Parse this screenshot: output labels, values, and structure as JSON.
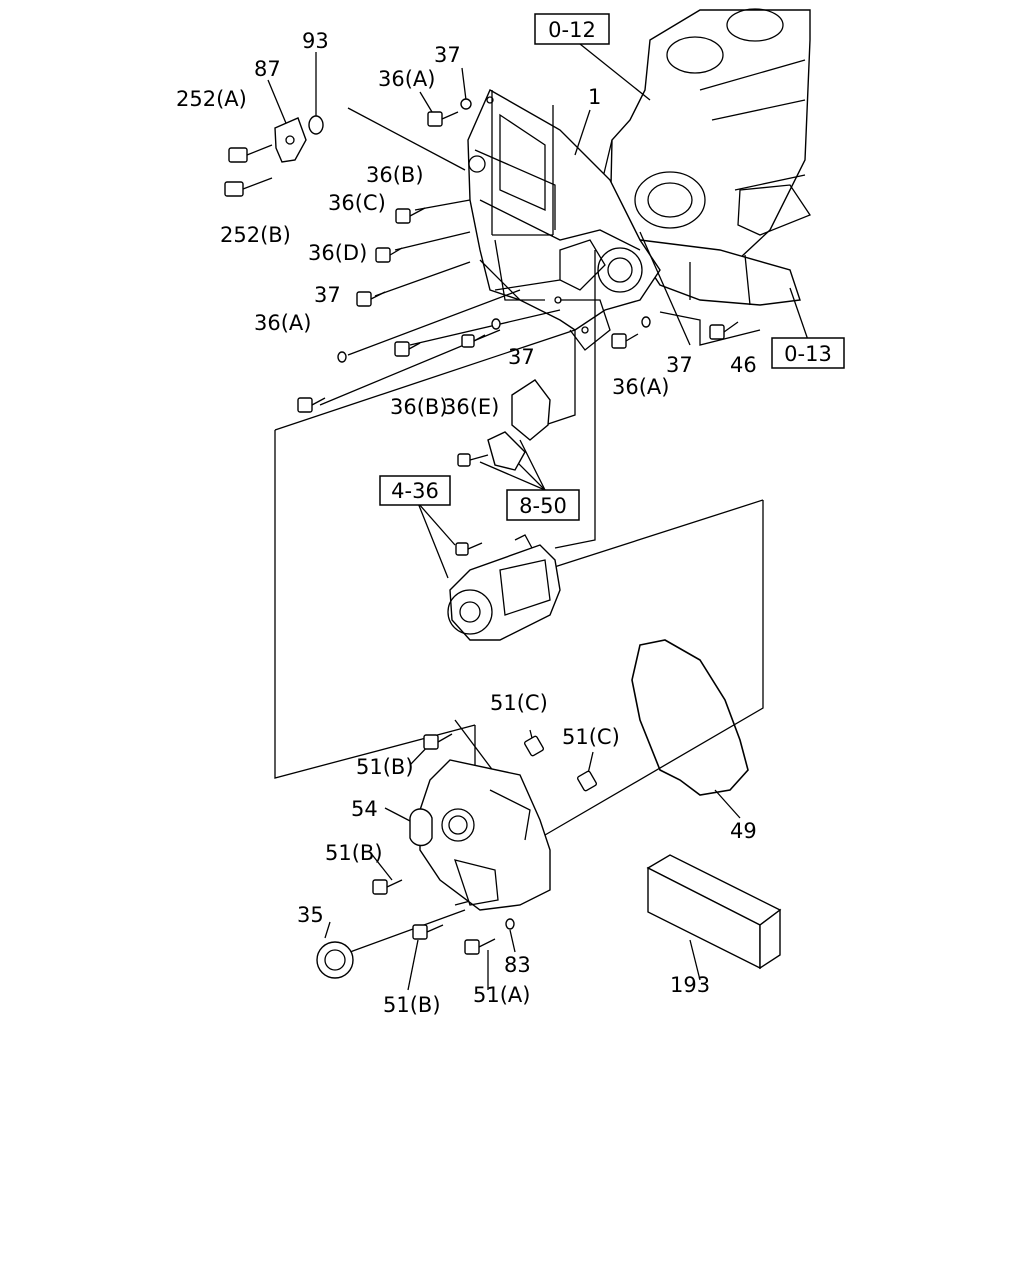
{
  "references": {
    "r_0_12": "0-12",
    "r_0_13": "0-13",
    "r_4_36": "4-36",
    "r_8_50": "8-50"
  },
  "labels": {
    "p93": "93",
    "p87": "87",
    "p37_top": "37",
    "p252a": "252(A)",
    "p36a_top": "36(A)",
    "p1": "1",
    "p36b_top": "36(B)",
    "p36c": "36(C)",
    "p252b": "252(B)",
    "p36d": "36(D)",
    "p37_left": "37",
    "p36a_left": "36(A)",
    "p37_mid": "37",
    "p36e": "36(E)",
    "p36b_low": "36(B)",
    "p37_right": "37",
    "p36a_right": "36(A)",
    "p46": "46",
    "p51c_top": "51(C)",
    "p51c_right": "51(C)",
    "p51b_top": "51(B)",
    "p54": "54",
    "p49": "49",
    "p51b_mid": "51(B)",
    "p35": "35",
    "p83": "83",
    "p193": "193",
    "p51b_low": "51(B)",
    "p51a": "51(A)"
  }
}
